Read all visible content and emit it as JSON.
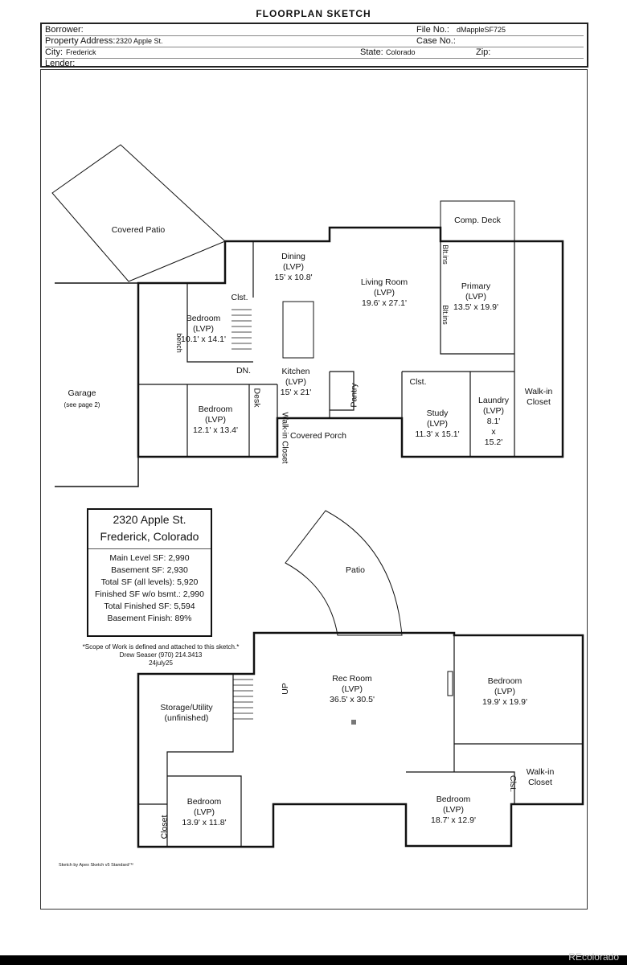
{
  "header": {
    "title": "FLOORPLAN SKETCH",
    "borrower_label": "Borrower:",
    "file_no_label": "File No.:",
    "file_no": "dMappleSF725",
    "address_label": "Property Address:",
    "address": "2320 Apple St.",
    "case_no_label": "Case No.:",
    "city_label": "City:",
    "city": "Frederick",
    "state_label": "State:",
    "state": "Colorado",
    "zip_label": "Zip:",
    "lender_label": "Lender:"
  },
  "main_level": {
    "covered_patio": "Covered Patio",
    "garage": "Garage",
    "garage_note": "(see page 2)",
    "dining": [
      "Dining",
      "(LVP)",
      "15' x 10.8'"
    ],
    "living": [
      "Living Room",
      "(LVP)",
      "19.6' x 27.1'"
    ],
    "comp_deck": "Comp. Deck",
    "primary": [
      "Primary",
      "(LVP)",
      "13.5' x 19.9'"
    ],
    "blt_ins": "Blt.ins",
    "bedroom1": [
      "Bedroom",
      "(LVP)",
      "10.1' x 14.1'"
    ],
    "clst": "Clst.",
    "bench": "bench",
    "dn": "DN.",
    "kitchen": [
      "Kitchen",
      "(LVP)",
      "15' x 21'"
    ],
    "pantry": "Pantry",
    "desk": "Desk",
    "walkin": "Walk-in Closet",
    "bedroom2": [
      "Bedroom",
      "(LVP)",
      "12.1' x 13.4'"
    ],
    "covered_porch": "Covered Porch",
    "study": [
      "Study",
      "(LVP)",
      "11.3' x 15.1'"
    ],
    "study_clst": "Clst.",
    "laundry": [
      "Laundry",
      "(LVP)",
      "8.1'",
      "x",
      "15.2'"
    ],
    "walkin_closet": "Walk-in Closet"
  },
  "info": {
    "line1": "2320 Apple St.",
    "line2": "Frederick, Colorado",
    "stats": [
      "Main Level SF: 2,990",
      "Basement SF: 2,930",
      "Total SF (all levels): 5,920",
      "Finished SF w/o bsmt.: 2,990",
      "Total Finished SF: 5,594",
      "Basement Finish: 89%"
    ],
    "note": "*Scope of Work is defined and attached to this sketch.*",
    "author": "Drew Seaser     (970) 214.3413",
    "date": "24july25"
  },
  "basement": {
    "patio": "Patio",
    "rec": [
      "Rec Room",
      "(LVP)",
      "36.5' x 30.5'"
    ],
    "up": "UP",
    "storage": [
      "Storage/Utility",
      "(unfinished)"
    ],
    "bed_ne": [
      "Bedroom",
      "(LVP)",
      "19.9' x 19.9'"
    ],
    "walkin": "Walk-in Closet",
    "clst": "Clst.",
    "bed_s": [
      "Bedroom",
      "(LVP)",
      "18.7' x 12.9'"
    ],
    "bed_sw": [
      "Bedroom",
      "(LVP)",
      "13.9' x 11.8'"
    ],
    "closet": "Closet"
  },
  "footer": {
    "credit": "Sketch by Apex Sketch v5 Standard™",
    "watermark": "REcolorado"
  }
}
